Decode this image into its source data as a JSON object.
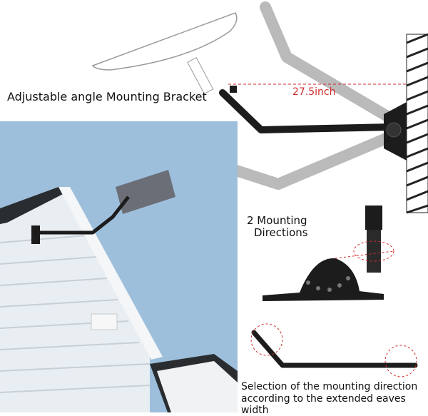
{
  "labels": {
    "title": "Adjustable angle Mounting Bracket",
    "dimension": "27.5inch",
    "directions_line1": "2 Mounting",
    "directions_line2": "Directions",
    "caption_line1": "Selection of the mounting direction",
    "caption_line2": "according to the extended eaves width"
  },
  "colors": {
    "dimension_line": "#d12b2b",
    "bracket": "#1c1c1c",
    "ghost_bracket": "#a9a9a9",
    "sky": "#9dbfdc"
  },
  "icons": [
    "satellite-dish-outline",
    "wall-hatch",
    "roof-house-photo",
    "bracket-plate",
    "tube-detail",
    "bracket-arm-detail"
  ]
}
